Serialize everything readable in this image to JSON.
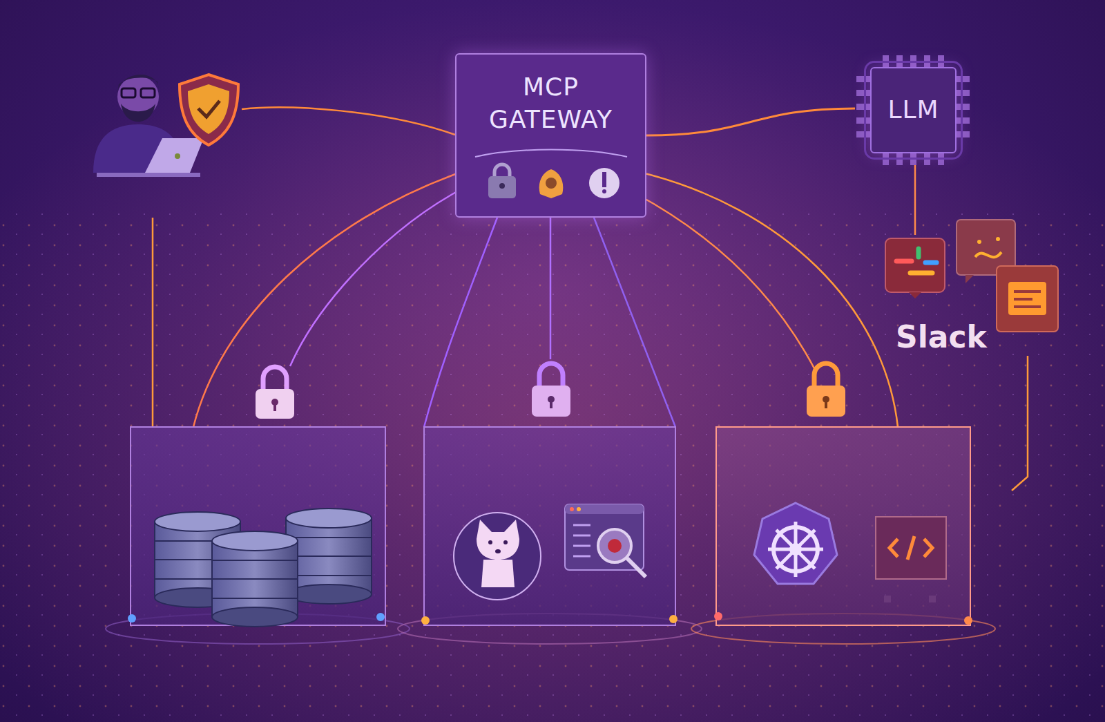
{
  "diagram": {
    "nodes": [
      {
        "text": [
          "MCP GATEWAY"
        ]
      },
      {
        "text": [
          "LLM"
        ]
      }
    ],
    "edges": [
      {
        "from": 0,
        "to": 1,
        "arrow": "none"
      }
    ],
    "labels": [
      "Slack"
    ]
  }
}
